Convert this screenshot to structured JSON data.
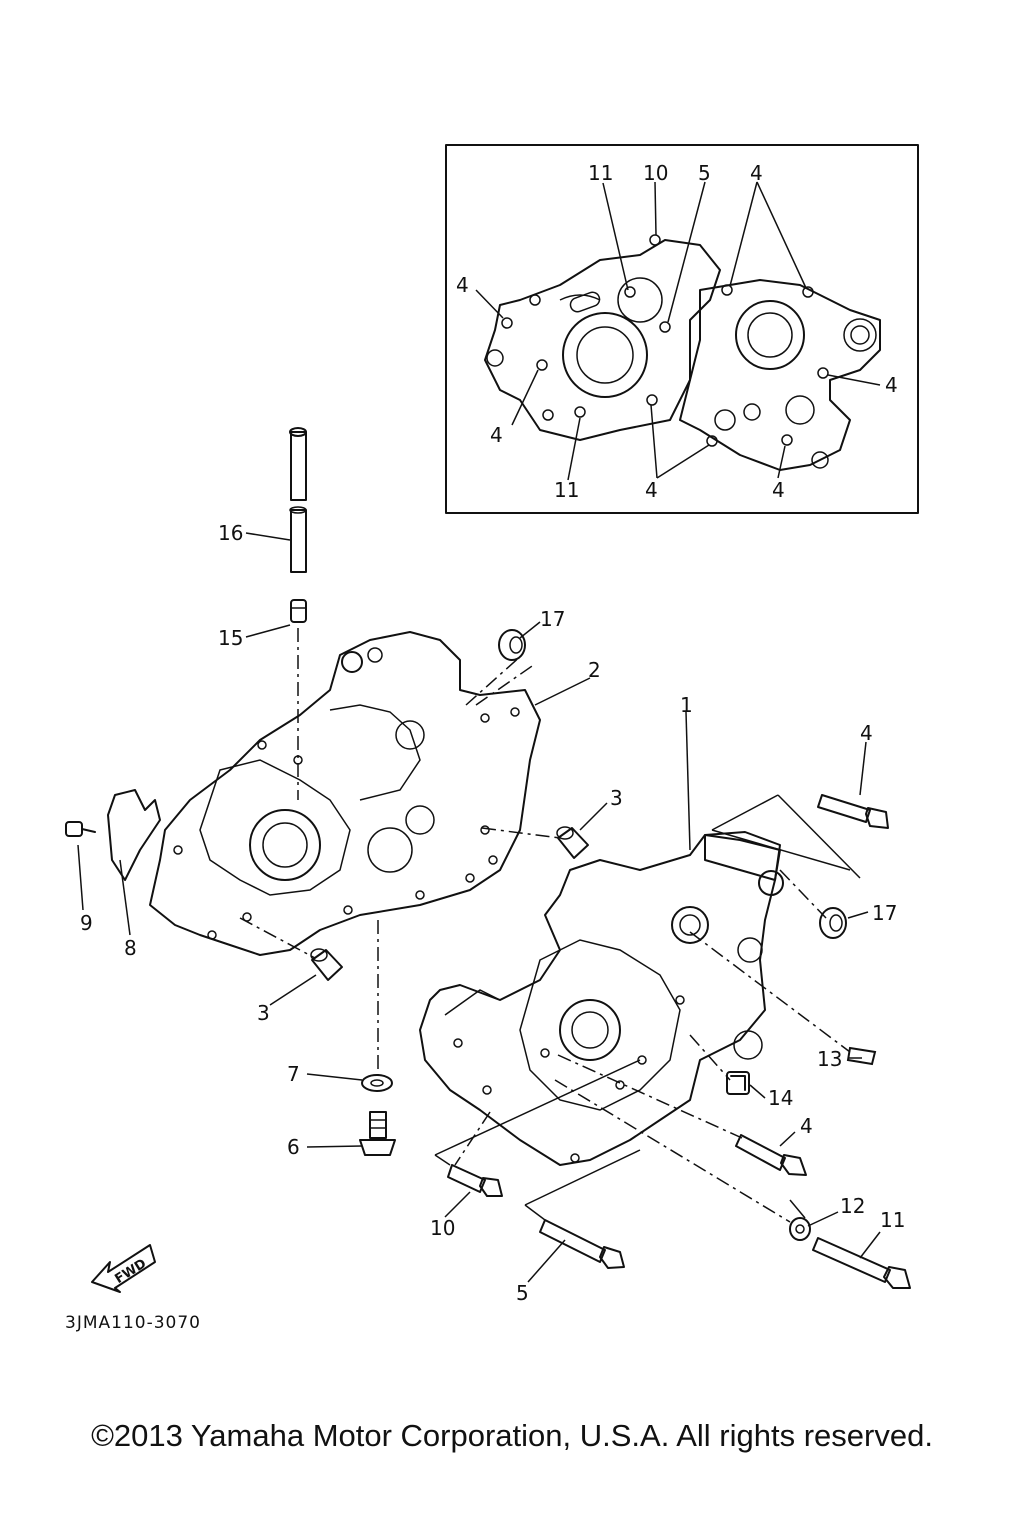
{
  "diagram": {
    "code": "3JMA110-3070",
    "fwd_label": "FWD",
    "copyright": "©2013 Yamaha Motor Corporation, U.S.A. All rights reserved.",
    "inset_callouts": [
      "11",
      "10",
      "5",
      "4",
      "4",
      "4",
      "4",
      "11",
      "4",
      "4"
    ],
    "callouts": [
      "16",
      "15",
      "17",
      "2",
      "1",
      "4",
      "3",
      "9",
      "8",
      "3",
      "17",
      "7",
      "13",
      "14",
      "6",
      "4",
      "10",
      "12",
      "11",
      "5"
    ]
  }
}
